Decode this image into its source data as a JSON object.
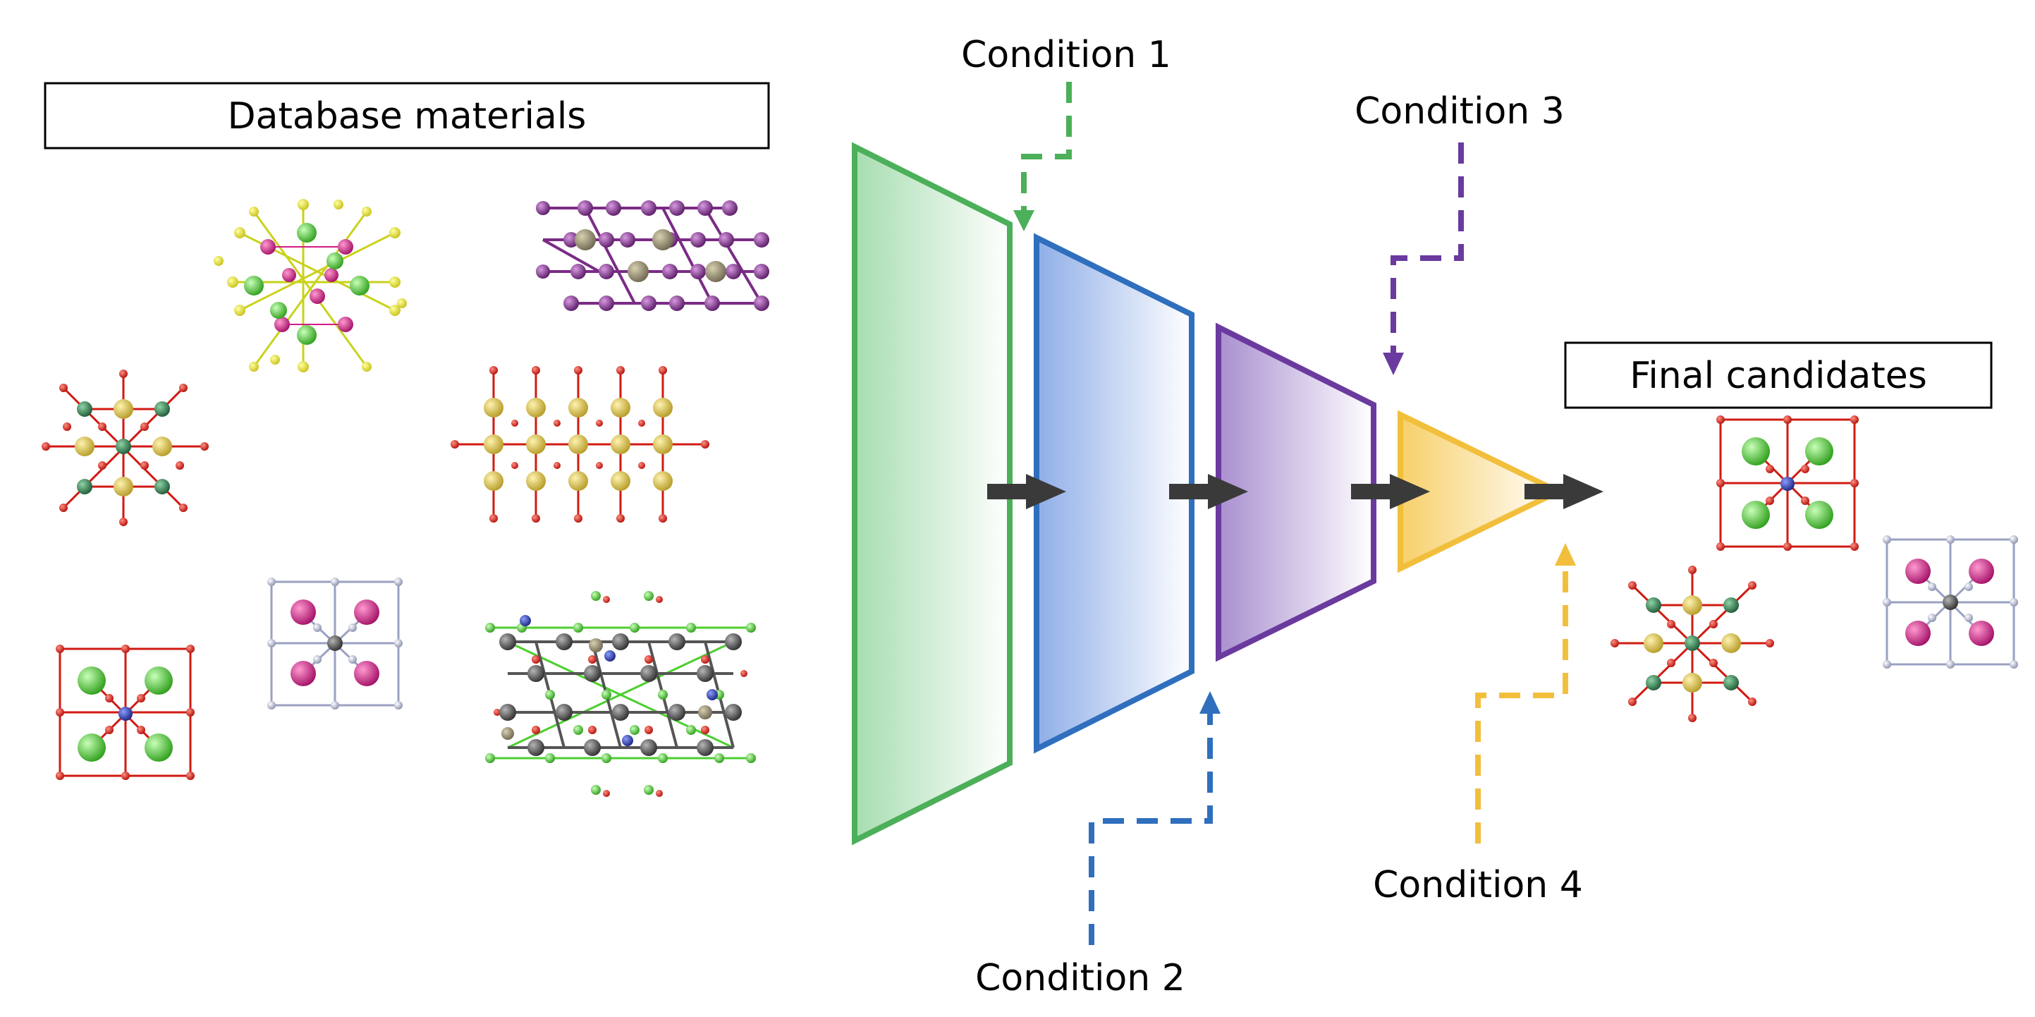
{
  "titles": {
    "database": "Database materials",
    "final": "Final candidates"
  },
  "conditions": {
    "c1": "Condition 1",
    "c2": "Condition 2",
    "c3": "Condition 3",
    "c4": "Condition 4"
  },
  "colors": {
    "stage1": "#4caf5a",
    "stage2": "#2f6fbd",
    "stage3": "#6a3a9e",
    "stage4": "#f2bf3c",
    "arrow": "#3a3a3a",
    "oxygen": "#d11a12",
    "calcium": "#4ccf2f",
    "sulfur": "#d9c24a",
    "cobalt": "#2f7a4a",
    "magenta": "#d11b86",
    "purple": "#7b2b86",
    "carbon": "#555555",
    "nitrogen": "#2a3fb0",
    "bond_grey": "#9aa1c2"
  },
  "molecules": {
    "database": [
      "calcium-cluster-structure",
      "purple-layered-structure",
      "cobalt-octahedral-structure",
      "yellow-chain-structure",
      "green-oxide-structure",
      "magenta-grid-structure",
      "organic-framework-structure"
    ],
    "final": [
      "green-oxide-candidate",
      "cobalt-octahedral-candidate",
      "magenta-grid-candidate"
    ]
  }
}
